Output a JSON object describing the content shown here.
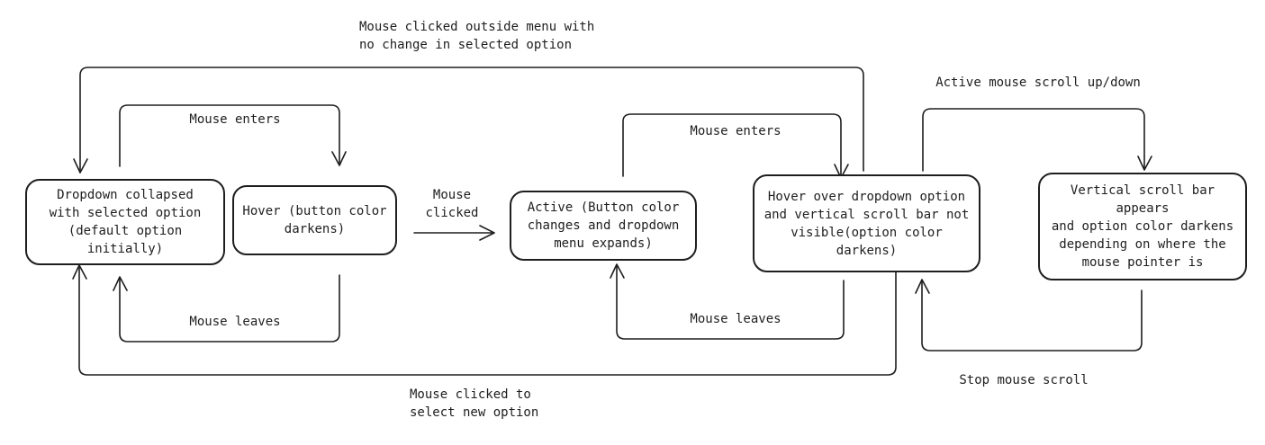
{
  "nodes": {
    "collapsed": "Dropdown collapsed\nwith selected  option\n(default option\ninitially)",
    "hover": "Hover (button color\ndarkens)",
    "active": "Active (Button color\nchanges and dropdown\nmenu expands)",
    "hover_option": "Hover over dropdown option\nand vertical scroll bar not\nvisible(option color darkens)",
    "scroll": "Vertical scroll bar appears\nand option color darkens\ndepending on where the\nmouse pointer is"
  },
  "edges": {
    "clicked_outside": "Mouse clicked outside menu with\nno change in selected option",
    "mouse_enters_1": "Mouse enters",
    "mouse_clicked": "Mouse\nclicked",
    "mouse_enters_2": "Mouse enters",
    "mouse_leaves_1": "Mouse leaves",
    "mouse_leaves_2": "Mouse leaves",
    "clicked_select": "Mouse clicked to\nselect new option",
    "active_scroll": "Active mouse scroll up/down",
    "stop_scroll": "Stop mouse scroll"
  },
  "colors": {
    "stroke": "#1e1e1e",
    "background": "#ffffff"
  }
}
